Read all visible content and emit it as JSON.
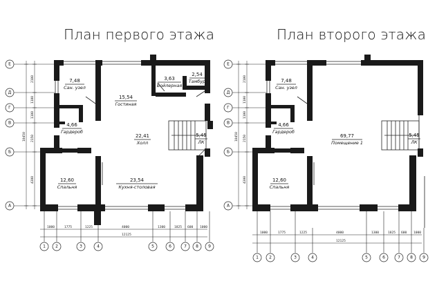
{
  "plans": [
    {
      "title": "План первого этажа",
      "rooms": [
        {
          "area": "7,48",
          "name": "Сан. узел"
        },
        {
          "area": "15,54",
          "name": "Гостиная"
        },
        {
          "area": "3,63",
          "name": "Бойлерная"
        },
        {
          "area": "2,54",
          "name": "Тамбур"
        },
        {
          "area": "4,66",
          "name": "Гардероб"
        },
        {
          "area": "22,41",
          "name": "Холл"
        },
        {
          "area": "5,45",
          "name": "ЛК"
        },
        {
          "area": "12,60",
          "name": "Спальня"
        },
        {
          "area": "23,54",
          "name": "Кухня-столовая"
        }
      ]
    },
    {
      "title": "План второго этажа",
      "rooms": [
        {
          "area": "7,48",
          "name": "Сан. узел"
        },
        {
          "area": "4,66",
          "name": "Гардероб"
        },
        {
          "area": "69,77",
          "name": "Помещение 1"
        },
        {
          "area": "5,45",
          "name": "ЛК"
        },
        {
          "area": "12,60",
          "name": "Спальня"
        }
      ]
    }
  ],
  "row_axes": [
    "Е",
    "Д",
    "Г",
    "В",
    "Б",
    "А"
  ],
  "col_axes": [
    "1",
    "2",
    "3",
    "4",
    "5",
    "6",
    "7",
    "8",
    "9"
  ],
  "vertical_dims": [
    "2100",
    "1100",
    "1100",
    "2150",
    "4300"
  ],
  "vertical_total": "10450",
  "horizontal_dims": [
    "1000",
    "1775",
    "1225",
    "4000",
    "1300",
    "1825",
    "600",
    "1000"
  ],
  "horizontal_total": "12125"
}
